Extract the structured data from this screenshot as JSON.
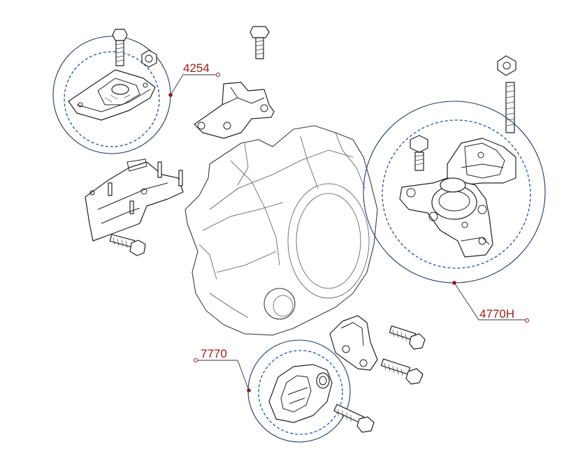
{
  "callouts": [
    {
      "id": "c1",
      "label": "4254"
    },
    {
      "id": "c2",
      "label": "4770H"
    },
    {
      "id": "c3",
      "label": "7770"
    }
  ],
  "colors": {
    "callout_text": "#9b1b1b",
    "circle_outline": "#1f3b66",
    "dashed_circle": "#1f4fa0",
    "line_art": "#222222"
  }
}
